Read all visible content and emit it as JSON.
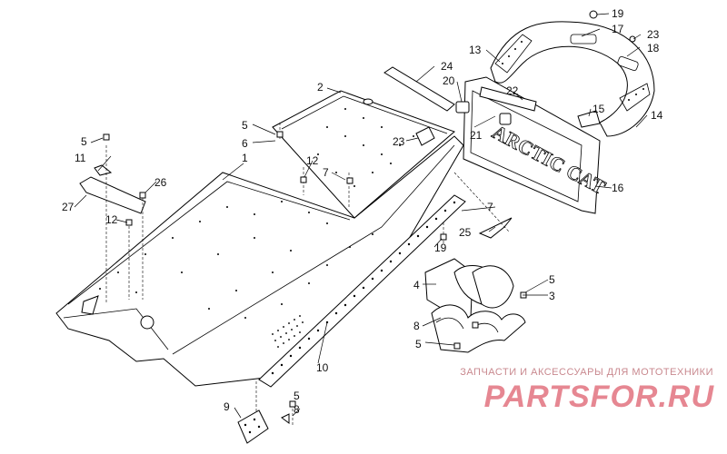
{
  "callouts": [
    {
      "id": "c1",
      "label": "1"
    },
    {
      "id": "c2",
      "label": "2"
    },
    {
      "id": "c3",
      "label": "3"
    },
    {
      "id": "c4",
      "label": "4"
    },
    {
      "id": "c5a",
      "label": "5"
    },
    {
      "id": "c5b",
      "label": "5"
    },
    {
      "id": "c5c",
      "label": "5"
    },
    {
      "id": "c5d",
      "label": "5"
    },
    {
      "id": "c5e",
      "label": "5"
    },
    {
      "id": "c6",
      "label": "6"
    },
    {
      "id": "c7a",
      "label": "7"
    },
    {
      "id": "c7b",
      "label": "7"
    },
    {
      "id": "c8a",
      "label": "8"
    },
    {
      "id": "c8b",
      "label": "8"
    },
    {
      "id": "c9",
      "label": "9"
    },
    {
      "id": "c10",
      "label": "10"
    },
    {
      "id": "c11",
      "label": "11"
    },
    {
      "id": "c12a",
      "label": "12"
    },
    {
      "id": "c12b",
      "label": "12"
    },
    {
      "id": "c13",
      "label": "13"
    },
    {
      "id": "c14",
      "label": "14"
    },
    {
      "id": "c15",
      "label": "15"
    },
    {
      "id": "c16",
      "label": "16"
    },
    {
      "id": "c17",
      "label": "17"
    },
    {
      "id": "c18",
      "label": "18"
    },
    {
      "id": "c19a",
      "label": "19"
    },
    {
      "id": "c19b",
      "label": "19"
    },
    {
      "id": "c20",
      "label": "20"
    },
    {
      "id": "c21",
      "label": "21"
    },
    {
      "id": "c22",
      "label": "22"
    },
    {
      "id": "c23a",
      "label": "23"
    },
    {
      "id": "c23b",
      "label": "23"
    },
    {
      "id": "c24",
      "label": "24"
    },
    {
      "id": "c25",
      "label": "25"
    },
    {
      "id": "c26",
      "label": "26"
    },
    {
      "id": "c27",
      "label": "27"
    }
  ],
  "flap_text": "ARCTIC CAT",
  "watermark": {
    "caption": "ЗАПЧАСТИ И АКСЕССУАРЫ ДЛЯ МОТОТЕХНИКИ",
    "logo": "PARTSFOR.RU",
    "color": "#e06a77"
  }
}
